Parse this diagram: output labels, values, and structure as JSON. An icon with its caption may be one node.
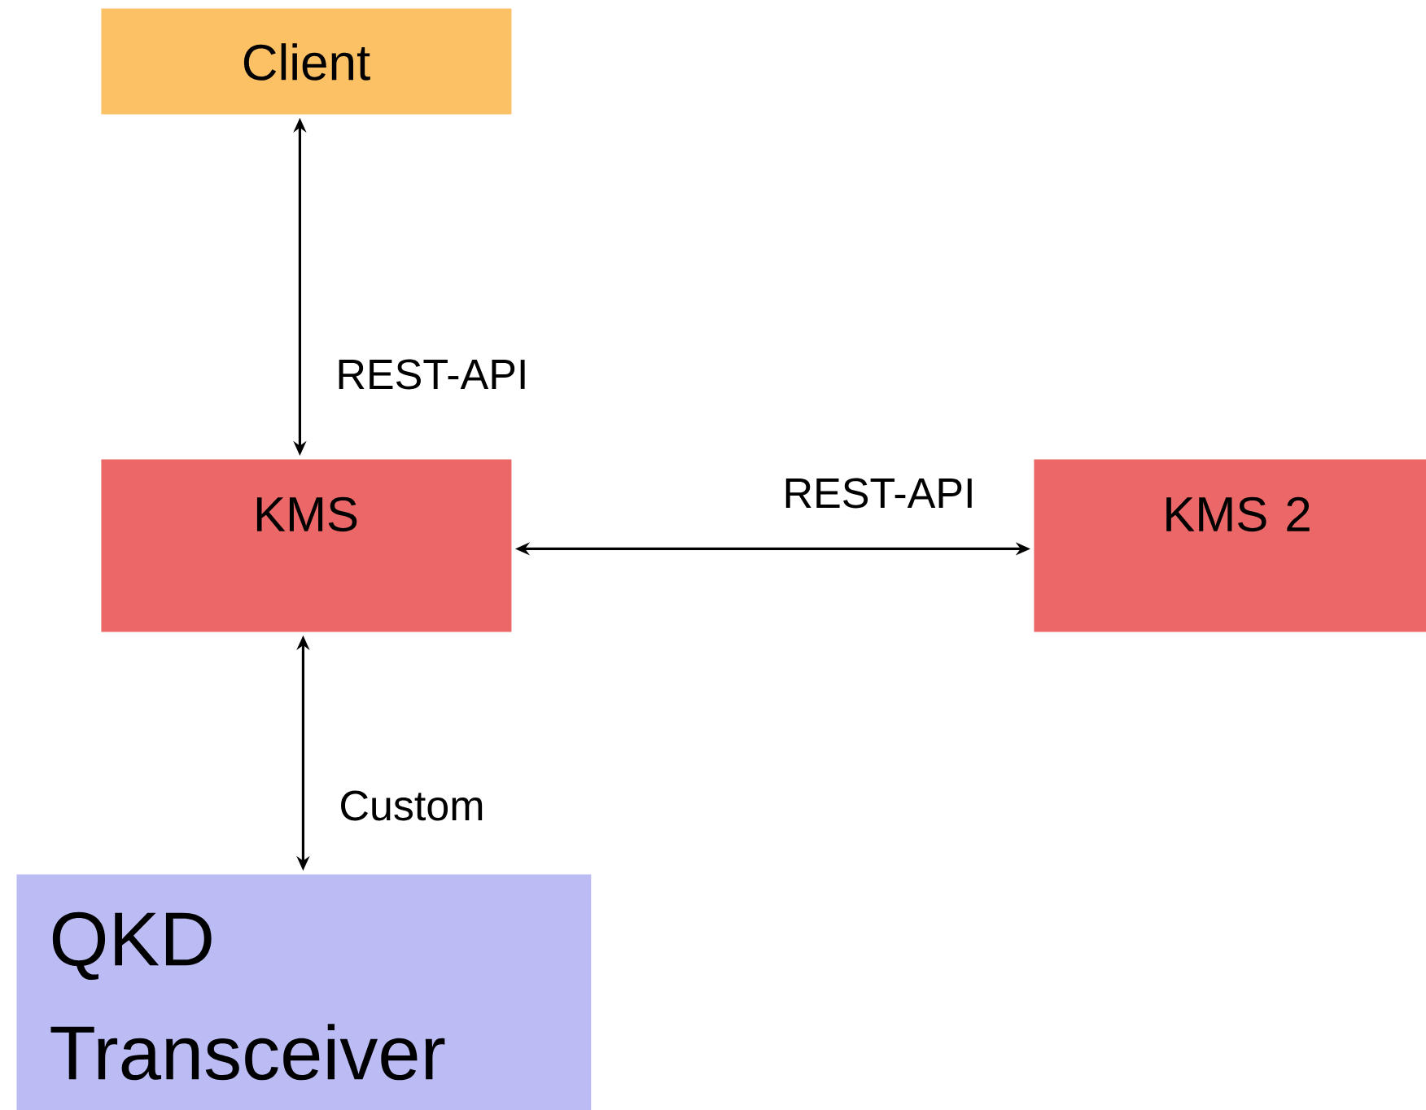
{
  "diagram": {
    "nodes": [
      {
        "text": [
          "Client"
        ]
      },
      {
        "text": [
          "KMS"
        ]
      },
      {
        "text": [
          "KMS 2"
        ]
      },
      {
        "text": [
          "QKD Transceiver"
        ]
      }
    ],
    "edges": [
      {
        "from": 0,
        "to": 1,
        "arrow": "both",
        "label": "REST-API"
      },
      {
        "from": 1,
        "to": 2,
        "arrow": "both",
        "label": "REST-API"
      },
      {
        "from": 1,
        "to": 3,
        "arrow": "both",
        "label": "Custom"
      }
    ]
  }
}
